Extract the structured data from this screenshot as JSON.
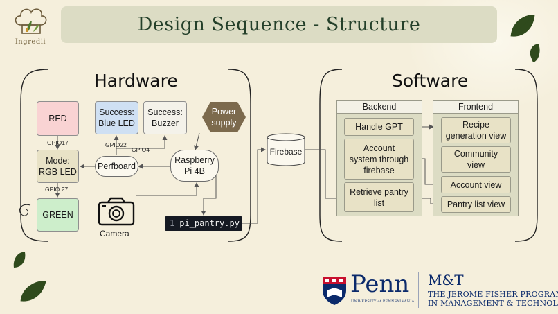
{
  "slide": {
    "title": "Design Sequence - Structure",
    "logo_name": "Ingredii"
  },
  "hardware": {
    "title": "Hardware",
    "red": "RED",
    "mode": "Mode:\nRGB LED",
    "green": "GREEN",
    "blue_led": "Success:\nBlue LED",
    "buzzer": "Success:\nBuzzer",
    "power": "Power\nsupply",
    "perfboard": "Perfboard",
    "pi": "Raspberry\nPi 4B",
    "camera": "Camera",
    "gpio17": "GPIO17",
    "gpio27": "GPIO 27",
    "gpio22": "GPIO22",
    "gpio4": "GPIO4",
    "code_line_no": "1",
    "code_text": "pi_pantry.py"
  },
  "firebase": "Firebase",
  "software": {
    "title": "Software",
    "backend": {
      "header": "Backend",
      "items": [
        "Handle GPT",
        "Account\nsystem through\nfirebase",
        "Retrieve pantry\nlist"
      ]
    },
    "frontend": {
      "header": "Frontend",
      "items": [
        "Recipe\ngeneration view",
        "Community\nview",
        "Account view",
        "Pantry list view"
      ]
    }
  },
  "footer": {
    "penn": "Penn",
    "penn_sub": "UNIVERSITY of PENNSYLVANIA",
    "mt": "M&T",
    "mt_line1": "THE JEROME FISHER PROGRAM",
    "mt_line2": "IN MANAGEMENT & TECHNOLOGY"
  },
  "colors": {
    "background": "#f5efdc",
    "red_box": "#f9d3d3",
    "green_box": "#cdeecb",
    "blue_box": "#cfe0f3",
    "power_hex": "#7c6a4d",
    "penn_blue": "#0b2a6b",
    "leaf": "#2f4a1c"
  }
}
